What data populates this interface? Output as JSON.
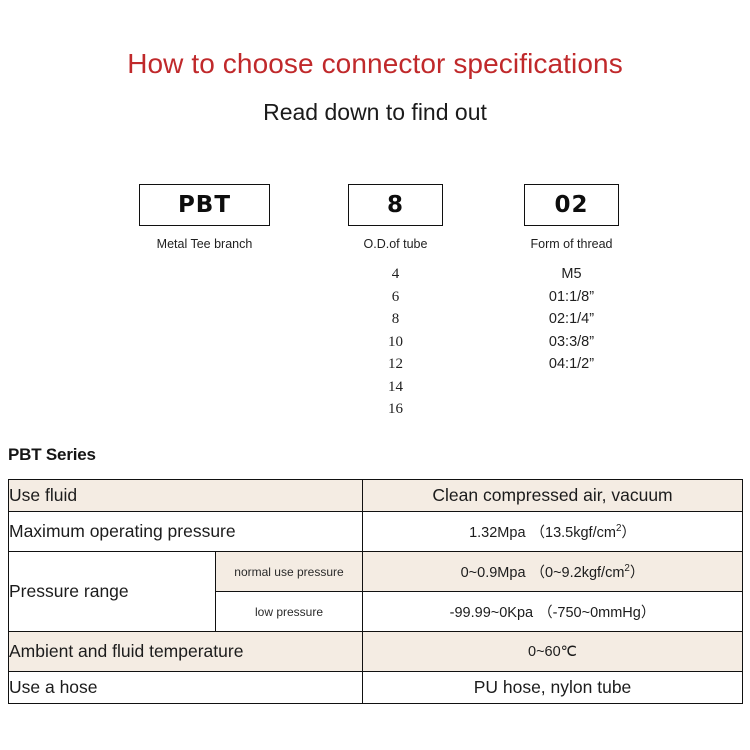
{
  "header": {
    "title": "How to choose connector specifications",
    "subtitle": "Read down to find out",
    "title_color": "#c0292b"
  },
  "code_breakdown": {
    "columns": [
      {
        "box_value": "PBT",
        "caption": "Metal Tee branch",
        "options": []
      },
      {
        "box_value": "8",
        "caption": "O.D.of tube",
        "options": [
          "4",
          "6",
          "8",
          "10",
          "12",
          "14",
          "16"
        ]
      },
      {
        "box_value": "02",
        "caption": "Form of thread",
        "options": [
          "M5",
          "01:1/8”",
          "02:1/4”",
          "03:3/8”",
          "04:1/2”"
        ]
      }
    ]
  },
  "spec": {
    "series_label": "PBT Series",
    "row_alt_color": "#f4ece3",
    "rows": [
      {
        "label": "Use fluid",
        "value": "Clean compressed air, vacuum"
      },
      {
        "label": "Maximum operating pressure",
        "value_main": "1.32Mpa",
        "value_paren": "（13.5kgf/cm",
        "value_sup": "2",
        "value_tail": "）"
      },
      {
        "label": "Pressure range",
        "sub_rows": [
          {
            "sublabel": "normal use pressure",
            "value_main": "0~0.9Mpa",
            "value_paren": "（0~9.2kgf/cm",
            "value_sup": "2",
            "value_tail": "）"
          },
          {
            "sublabel": "low pressure",
            "value_main": "-99.99~0Kpa",
            "value_paren": "（-750~0mmHg）",
            "value_sup": "",
            "value_tail": ""
          }
        ]
      },
      {
        "label": "Ambient and fluid temperature",
        "value": "0~60℃"
      },
      {
        "label": "Use a hose",
        "value": "PU hose, nylon tube"
      }
    ]
  }
}
